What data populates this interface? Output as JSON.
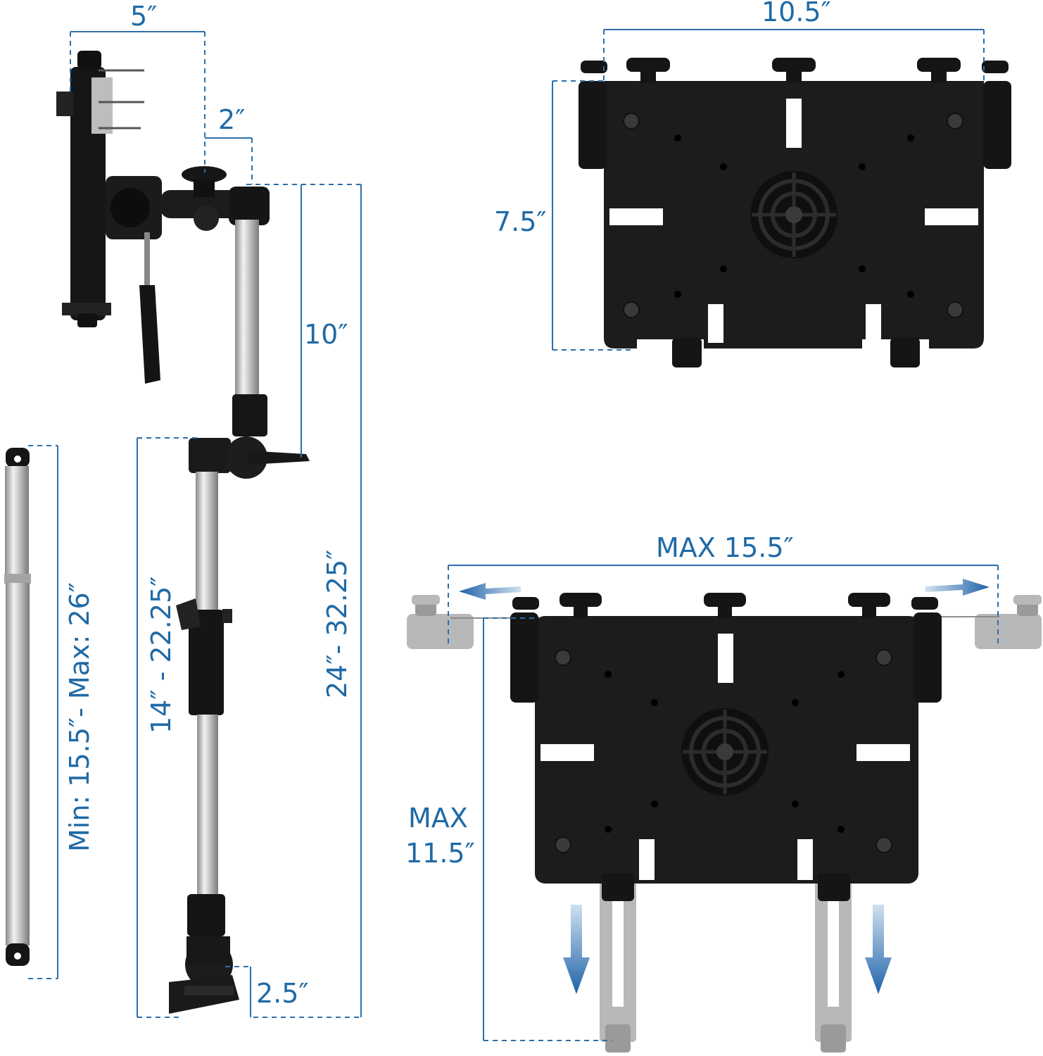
{
  "colors": {
    "accent": "#1f6aa6",
    "plate": "#1c1c1c",
    "ghost": "#b8b8b8",
    "chrome": "#c9c9c9"
  },
  "labels": {
    "clamp_width": "5″",
    "arm_offset": "2″",
    "upper_arm": "10″",
    "lower_arm": "14″ - 22.25″",
    "total_height": "24″- 32.25″",
    "base": "2.5″",
    "pole": "Min: 15.5″- Max: 26″",
    "tray_width": "10.5″",
    "tray_height": "7.5″",
    "max_width": "MAX 15.5″",
    "max_height_line1": "MAX",
    "max_height_line2": "11.5″"
  }
}
